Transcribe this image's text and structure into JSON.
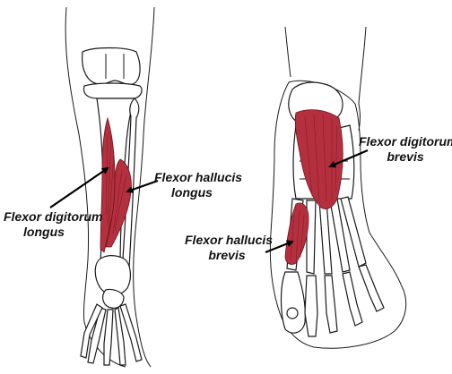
{
  "labels": {
    "fdl_leg_l1": "Flexor digitorum",
    "fdl_leg_l2": "longus",
    "fhl_leg_l1": "Flexor hallucis",
    "fhl_leg_l2": "longus",
    "fdb_foot_l1": "Flexor digitorum",
    "fdb_foot_l2": "brevis",
    "fhb_foot_l1": "Flexor hallucis",
    "fhb_foot_l2": "brevis"
  },
  "colors": {
    "muscle": "#b5303f",
    "outline": "#1a1a1a",
    "arrow": "#000000"
  }
}
